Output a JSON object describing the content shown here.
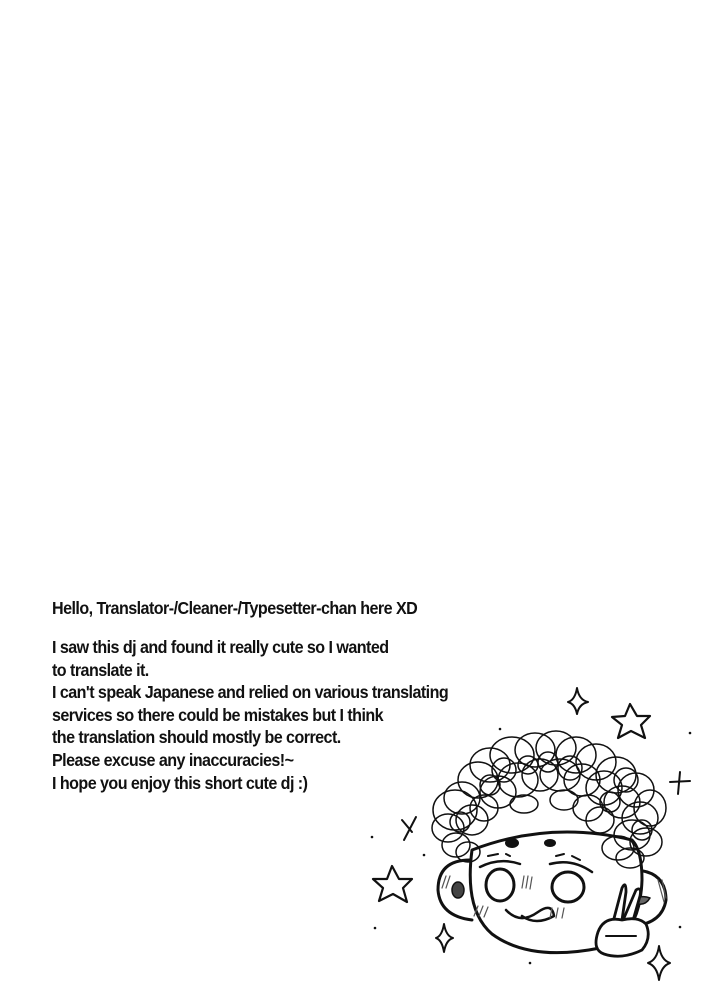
{
  "page": {
    "background": "#ffffff",
    "ink": "#111111"
  },
  "note": {
    "title": "Hello, Translator-/Cleaner-/Typesetter-chan here XD",
    "lines": [
      "I saw this dj and found it really cute so I wanted",
      "to translate it.",
      "I can't speak Japanese and relied on various translating",
      "services so there could be mistakes but I think",
      "the translation should mostly be correct.",
      "Please excuse any inaccuracies!~",
      "I hope you enjoy this short cute dj :)"
    ]
  },
  "illustration": {
    "subject": "chibi-self-portrait",
    "elements": [
      "curly-hair",
      "round-face",
      "blush-marks",
      "peace-sign-hand",
      "stars",
      "sparkles",
      "dots"
    ]
  }
}
